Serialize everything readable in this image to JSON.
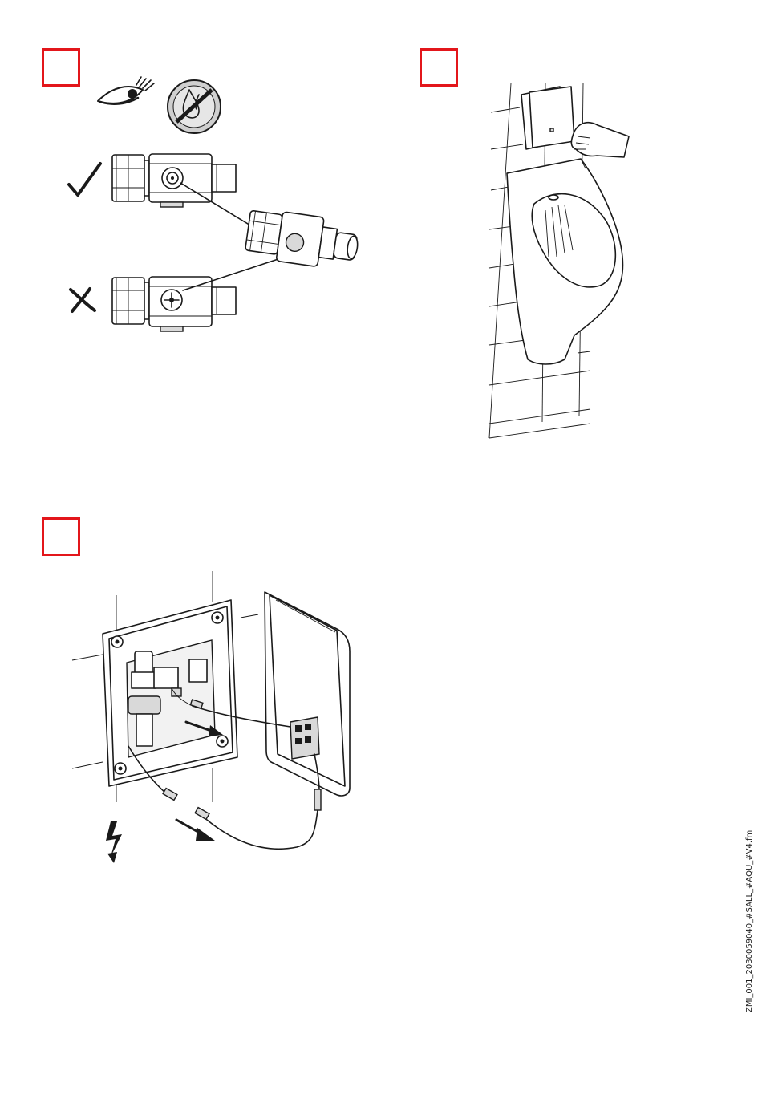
{
  "footer": {
    "file_code": "ZMI_001_2030059040_#SALL_#AQU_#V4.fm"
  },
  "colors": {
    "step_box_border": "#e3161b",
    "line_art": "#1a1a1a",
    "background": "#ffffff"
  },
  "steps": [
    {
      "id": "step-1",
      "icons": [
        "eye-icon",
        "no-dirt-icon",
        "checkmark-icon",
        "cross-icon"
      ]
    },
    {
      "id": "step-2",
      "icons": [
        "hand-icon"
      ]
    },
    {
      "id": "step-3",
      "icons": [
        "lightning-icon",
        "arrow-icon"
      ]
    }
  ]
}
